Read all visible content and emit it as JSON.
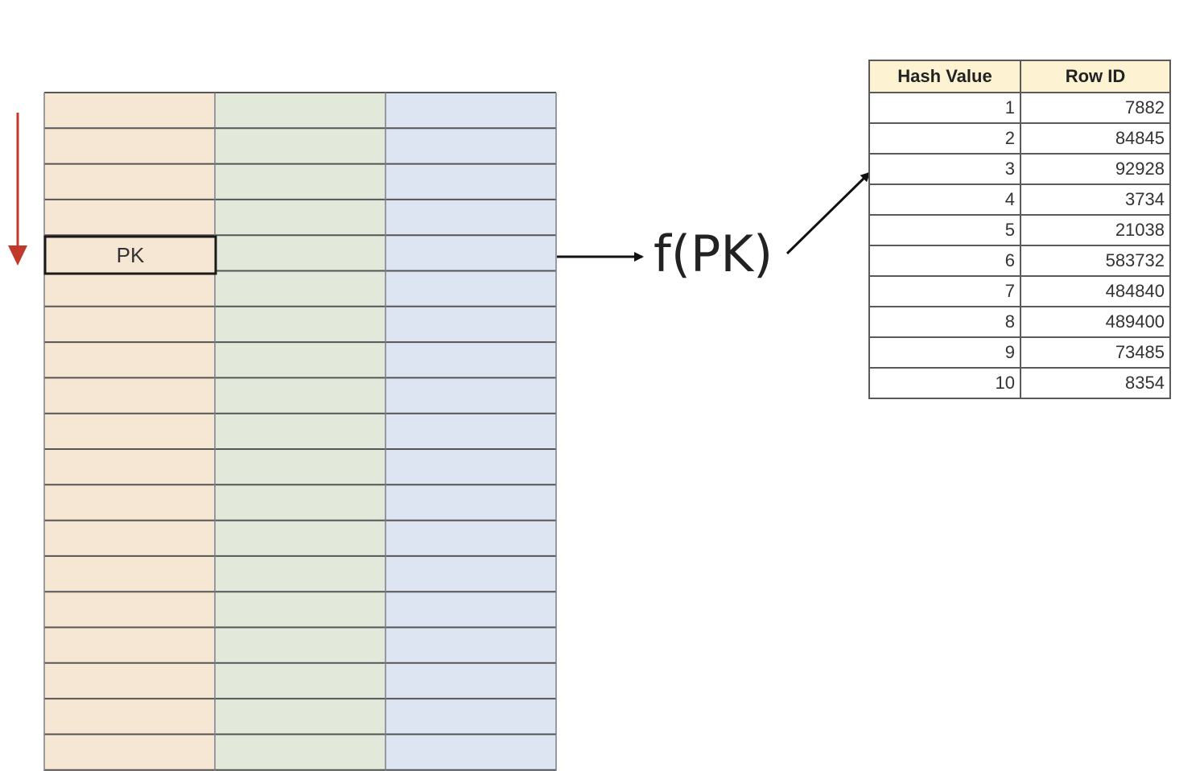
{
  "pk_cell": {
    "label": "PK"
  },
  "hash_function": {
    "label": "f(PK)"
  },
  "hash_table": {
    "headers": {
      "hash_value": "Hash Value",
      "row_id": "Row ID"
    },
    "rows": [
      {
        "hash": "1",
        "row_id": "7882"
      },
      {
        "hash": "2",
        "row_id": "84845"
      },
      {
        "hash": "3",
        "row_id": "92928"
      },
      {
        "hash": "4",
        "row_id": "3734"
      },
      {
        "hash": "5",
        "row_id": "21038"
      },
      {
        "hash": "6",
        "row_id": "583732"
      },
      {
        "hash": "7",
        "row_id": "484840"
      },
      {
        "hash": "8",
        "row_id": "489400"
      },
      {
        "hash": "9",
        "row_id": "73485"
      },
      {
        "hash": "10",
        "row_id": "8354"
      }
    ],
    "header_color": "#fdf3d3"
  },
  "colors": {
    "column_1": "#f6e6d4",
    "column_2": "#e3e9da",
    "column_3": "#dce5f1",
    "scan_arrow": "#c0392b",
    "lines": "#555555"
  }
}
